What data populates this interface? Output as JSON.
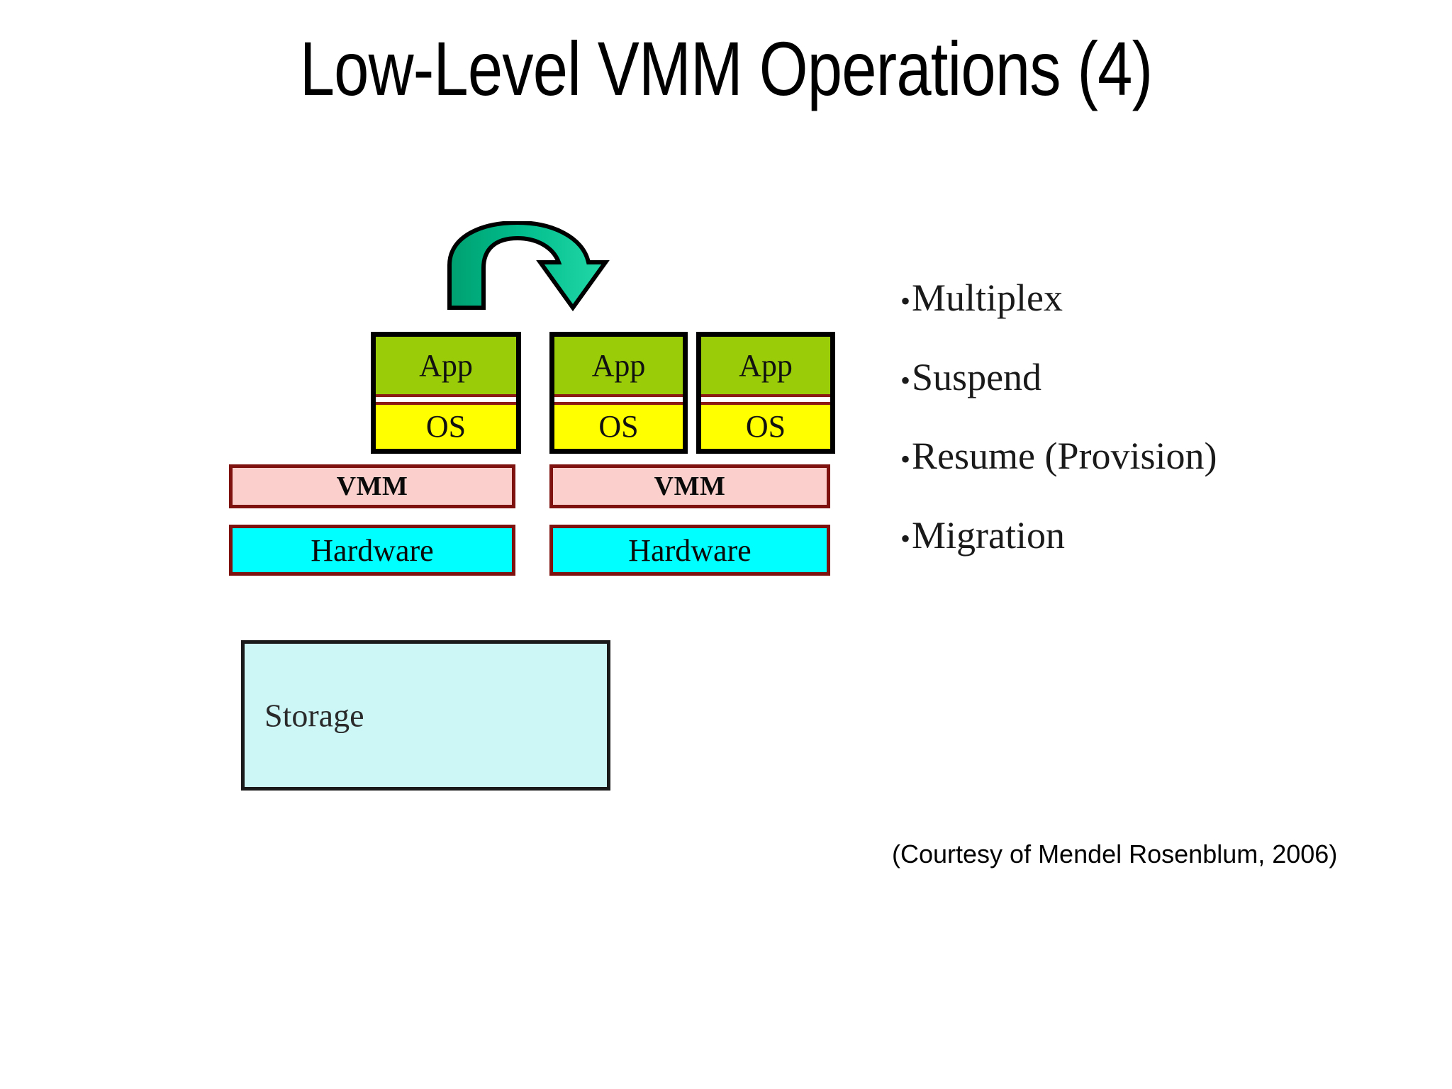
{
  "slide": {
    "title": "Low-Level VMM Operations (4)",
    "courtesy": "(Courtesy of Mendel Rosenblum, 2006)"
  },
  "colors": {
    "app_fill": "#9ACD07",
    "os_fill": "#FFFF00",
    "vmm_fill": "#FBCFCB",
    "vmm_border": "#7E120F",
    "hardware_fill": "#00FFFF",
    "storage_fill": "#CDF6F6",
    "storage_border": "#1A1A1A",
    "vm_border": "#000000",
    "divider": "#8B1A14",
    "arrow_dark": "#00A878",
    "arrow_light": "#1FD4A4",
    "arrow_outline": "#000000"
  },
  "diagram": {
    "vms": [
      {
        "app_label": "App",
        "os_label": "OS"
      },
      {
        "app_label": "App",
        "os_label": "OS"
      },
      {
        "app_label": "App",
        "os_label": "OS"
      }
    ],
    "hosts": [
      {
        "vmm_label": "VMM",
        "hardware_label": "Hardware"
      },
      {
        "vmm_label": "VMM",
        "hardware_label": "Hardware"
      }
    ],
    "storage_label": "Storage",
    "arrow_name": "migration-arrow"
  },
  "operations": {
    "bullet_glyph": "•",
    "items": [
      {
        "label": "Multiplex"
      },
      {
        "label": "Suspend"
      },
      {
        "label": "Resume (Provision)"
      },
      {
        "label": "Migration"
      }
    ]
  }
}
